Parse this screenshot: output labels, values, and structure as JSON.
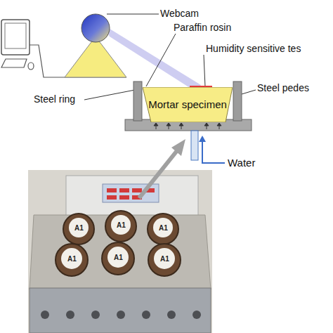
{
  "diagram": {
    "nodes": [
      {
        "text": [
          "Mortar specimen"
        ]
      }
    ],
    "labels": [
      "Webcam",
      "Paraffin rosin",
      "Humidity sensitive tes",
      "Steel ring",
      "Steel pedes",
      "Water",
      "A1",
      "A1",
      "A1",
      "A1",
      "A1",
      "A1"
    ]
  }
}
